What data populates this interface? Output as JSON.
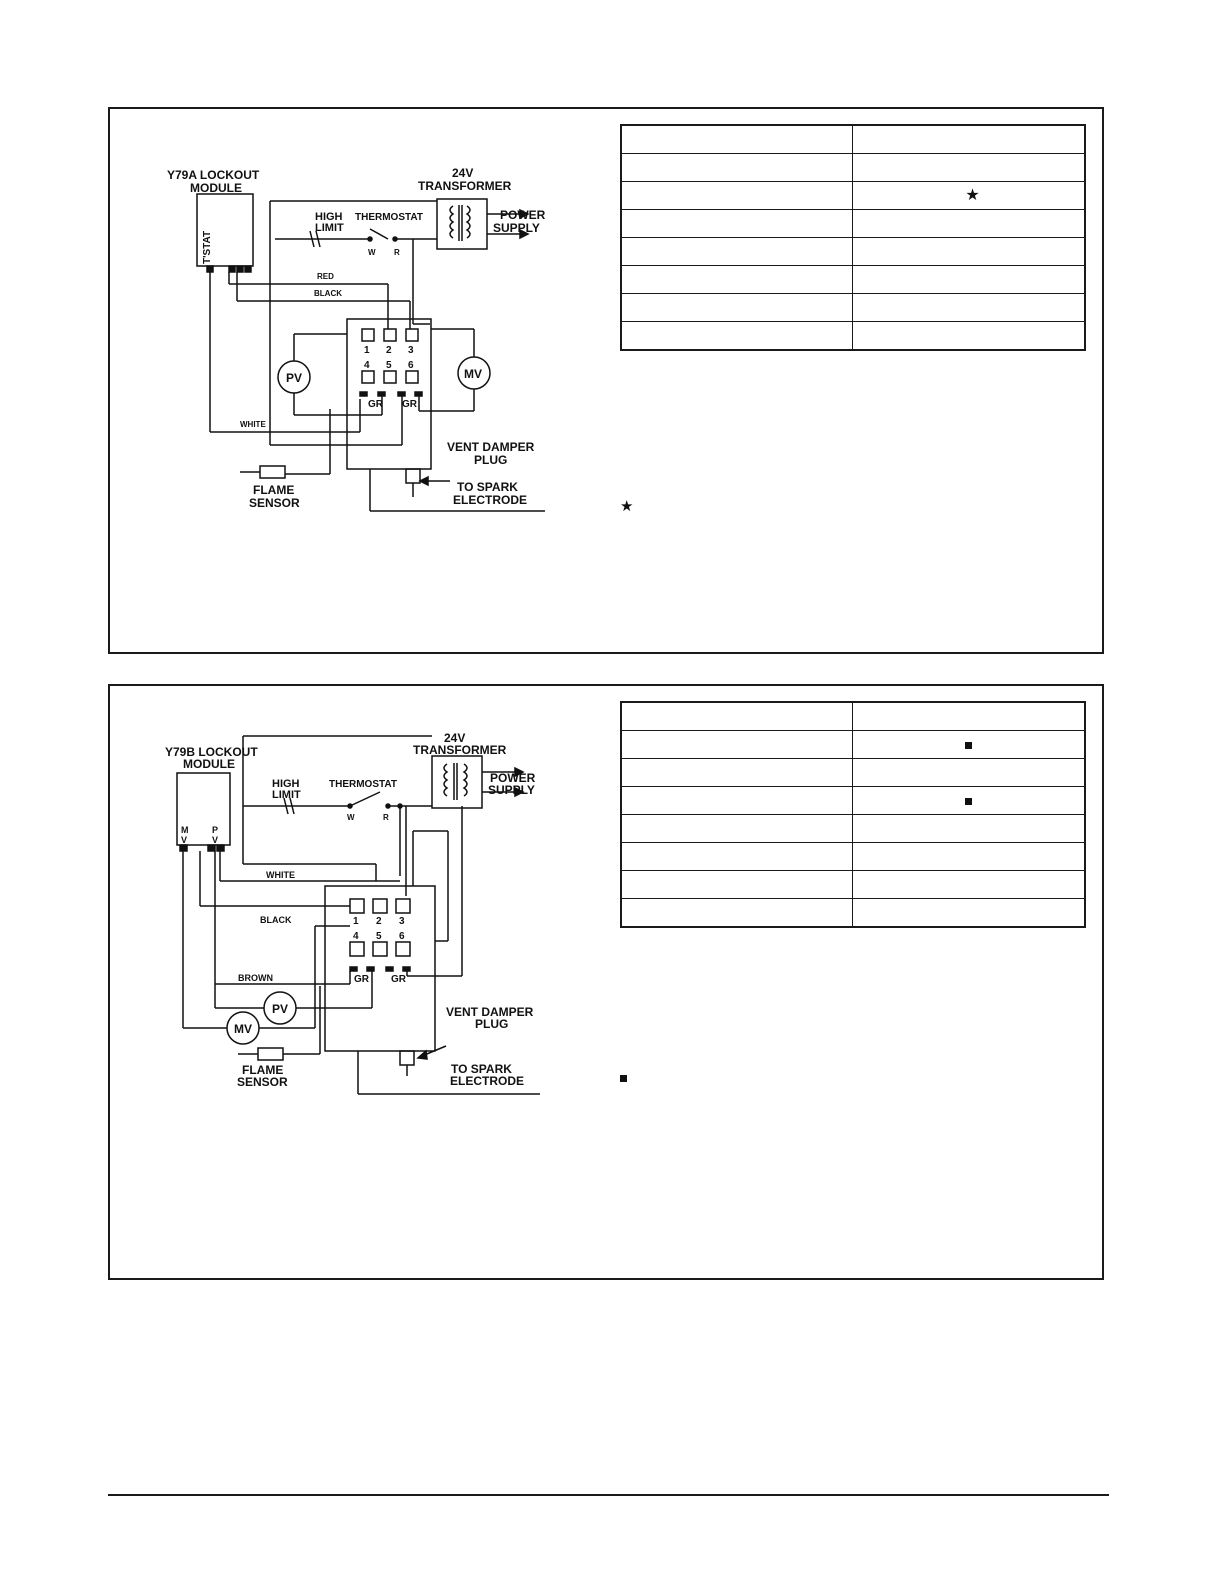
{
  "panel_a": {
    "diagram": {
      "module_label_1": "Y79A LOCKOUT",
      "module_label_2": "MODULE",
      "tstat_label": "T'STAT",
      "transformer_label_1": "24V",
      "transformer_label_2": "TRANSFORMER",
      "power_label_1": "POWER",
      "power_label_2": "SUPPLY",
      "high_limit_1": "HIGH",
      "high_limit_2": "LIMIT",
      "thermostat": "THERMOSTAT",
      "w": "W",
      "r": "R",
      "red": "RED",
      "black": "BLACK",
      "white": "WHITE",
      "pv": "PV",
      "mv": "MV",
      "t1": "1",
      "t2": "2",
      "t3": "3",
      "t4": "4",
      "t5": "5",
      "t6": "6",
      "gr1": "GR",
      "gr2": "GR",
      "vent_1": "VENT DAMPER",
      "vent_2": "PLUG",
      "spark_1": "TO SPARK",
      "spark_2": "ELECTRODE",
      "flame_1": "FLAME",
      "flame_2": "SENSOR"
    },
    "table": {
      "rows": [
        {
          "c1": "",
          "c2": "",
          "mark": ""
        },
        {
          "c1": "",
          "c2": "",
          "mark": ""
        },
        {
          "c1": "",
          "c2": "",
          "mark": "star"
        },
        {
          "c1": "",
          "c2": "",
          "mark": ""
        },
        {
          "c1": "",
          "c2": "",
          "mark": ""
        },
        {
          "c1": "",
          "c2": "",
          "mark": ""
        },
        {
          "c1": "",
          "c2": "",
          "mark": ""
        },
        {
          "c1": "",
          "c2": "",
          "mark": ""
        }
      ],
      "mark_symbol": "★"
    },
    "note_symbol": "★"
  },
  "panel_b": {
    "diagram": {
      "module_label_1": "Y79B LOCKOUT",
      "module_label_2": "MODULE",
      "mv_top": "M",
      "mv_bot": "V",
      "pv_top": "P",
      "pv_bot": "V",
      "transformer_label_1": "24V",
      "transformer_label_2": "TRANSFORMER",
      "power_label_1": "POWER",
      "power_label_2": "SUPPLY",
      "high_limit_1": "HIGH",
      "high_limit_2": "LIMIT",
      "thermostat": "THERMOSTAT",
      "w": "W",
      "r": "R",
      "white": "WHITE",
      "black": "BLACK",
      "brown": "BROWN",
      "pv": "PV",
      "mv": "MV",
      "t1": "1",
      "t2": "2",
      "t3": "3",
      "t4": "4",
      "t5": "5",
      "t6": "6",
      "gr1": "GR",
      "gr2": "GR",
      "vent_1": "VENT DAMPER",
      "vent_2": "PLUG",
      "spark_1": "TO SPARK",
      "spark_2": "ELECTRODE",
      "flame_1": "FLAME",
      "flame_2": "SENSOR"
    },
    "table": {
      "rows": [
        {
          "c1": "",
          "c2": "",
          "mark": ""
        },
        {
          "c1": "",
          "c2": "",
          "mark": "square"
        },
        {
          "c1": "",
          "c2": "",
          "mark": ""
        },
        {
          "c1": "",
          "c2": "",
          "mark": "square"
        },
        {
          "c1": "",
          "c2": "",
          "mark": ""
        },
        {
          "c1": "",
          "c2": "",
          "mark": ""
        },
        {
          "c1": "",
          "c2": "",
          "mark": ""
        },
        {
          "c1": "",
          "c2": "",
          "mark": ""
        }
      ]
    }
  }
}
